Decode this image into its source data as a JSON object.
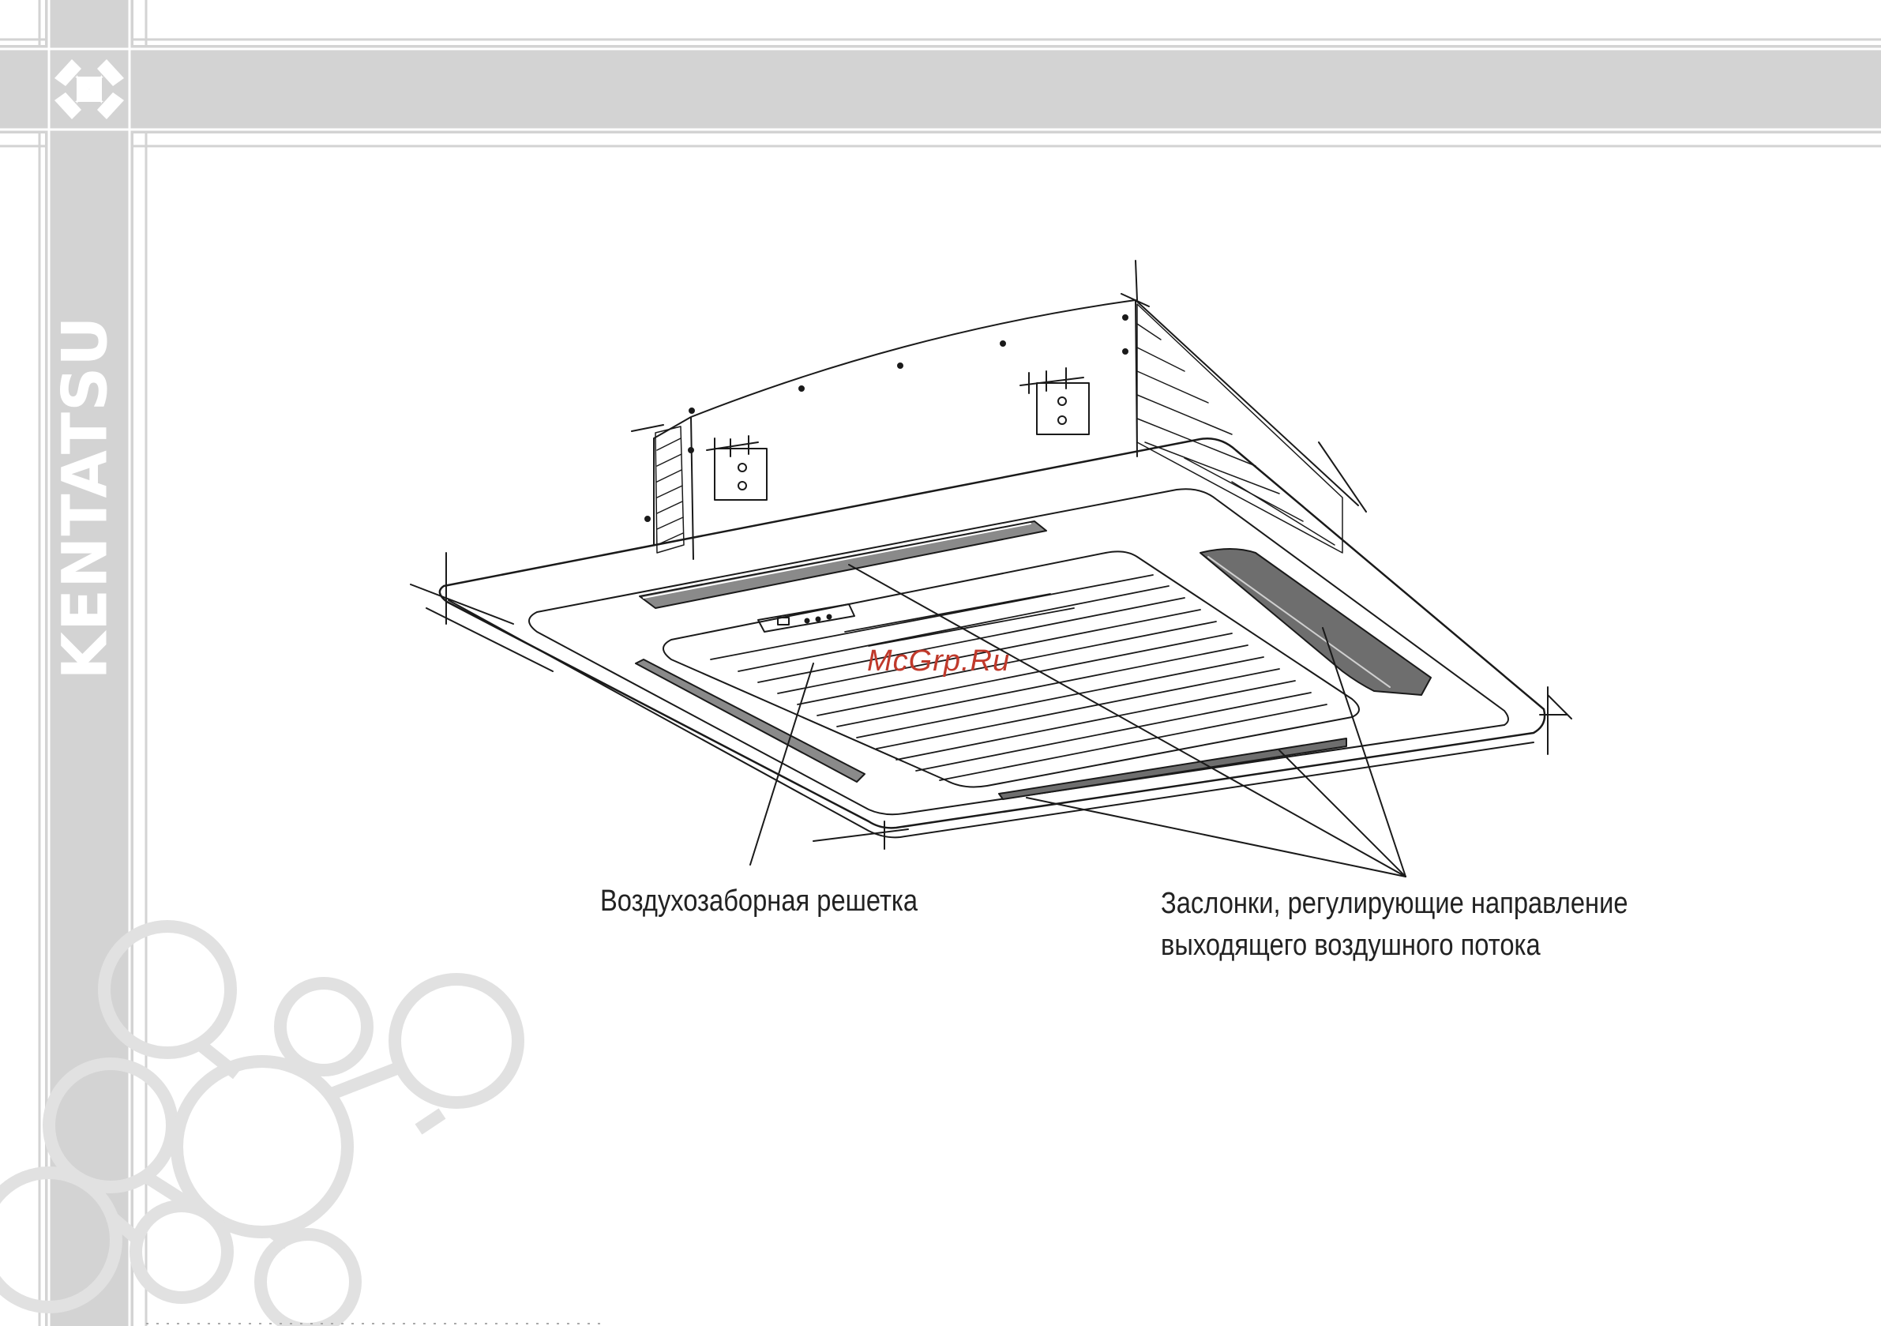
{
  "brand": {
    "name": "KENTATSU"
  },
  "diagram": {
    "caption_intake": "Воздухозаборная решетка",
    "caption_louvers_line1": "Заслонки, регулирующие направление",
    "caption_louvers_line2": "выходящего воздушного потока"
  },
  "watermark": "McGrp.Ru",
  "colors": {
    "band": "#d3d3d3",
    "line": "#1a1a1a",
    "louver": "#6e6e6e",
    "watermark": "#c0392b"
  }
}
